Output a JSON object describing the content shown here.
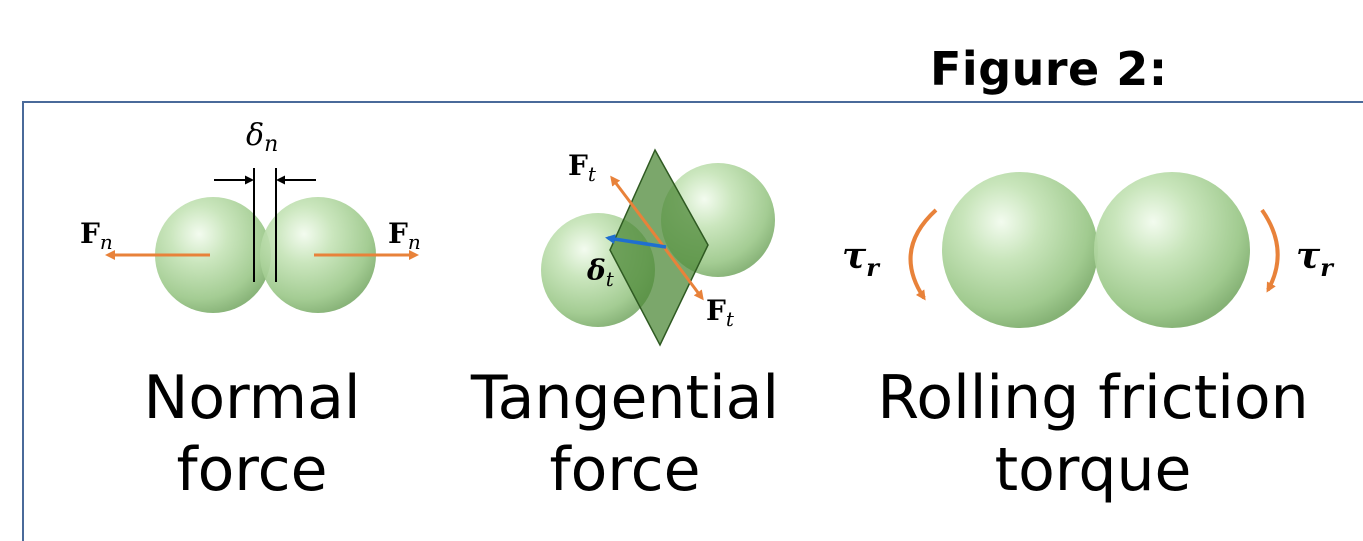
{
  "figure_title": "Figure 2:",
  "panels": [
    {
      "caption_line1": "Normal",
      "caption_line2": "force",
      "force_label": "F",
      "force_sub": "n",
      "overlap_label": "δ",
      "overlap_sub": "n"
    },
    {
      "caption_line1": "Tangential",
      "caption_line2": "force",
      "force_label": "F",
      "force_sub": "t",
      "overlap_label": "δ",
      "overlap_sub": "t"
    },
    {
      "caption_line1": "Rolling friction",
      "caption_line2": "torque",
      "torque_label": "τ",
      "torque_sub": "r"
    }
  ],
  "colors": {
    "sphere": "#b9dcaa",
    "arrow": "#e8823a",
    "plane": "#4f8a3a",
    "tangent_arrow": "#1f6fd0",
    "frame": "#4a6a9a"
  }
}
